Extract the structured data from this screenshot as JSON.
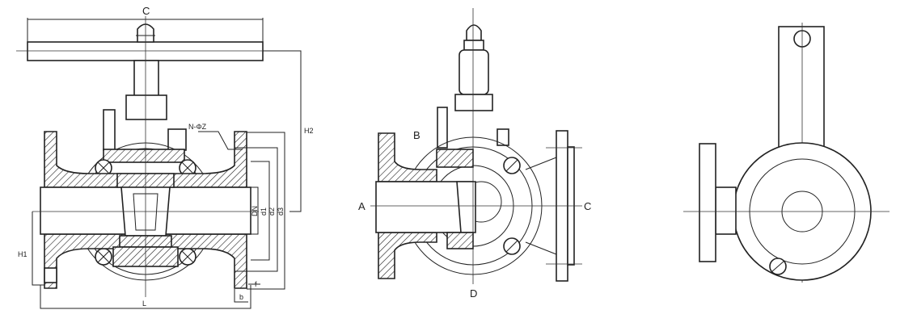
{
  "view_front": {
    "labels": {
      "C": "C",
      "nphiz": "N-ΦZ",
      "H2": "H2",
      "DN": "DN",
      "d1": "d1",
      "d2": "d2",
      "d3": "d3",
      "H1": "H1",
      "L": "L",
      "f": "f",
      "b": "b"
    }
  },
  "view_side": {
    "labels": {
      "A": "A",
      "B": "B",
      "C": "C",
      "D": "D"
    }
  },
  "colors": {
    "line": "#222222",
    "background": "#ffffff"
  }
}
